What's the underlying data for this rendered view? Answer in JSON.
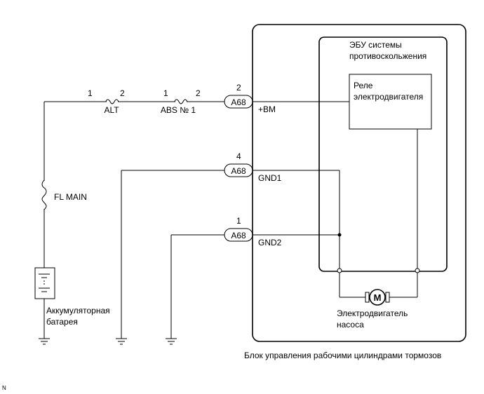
{
  "diagram": {
    "battery_label": [
      "Аккумуляторная",
      "батарея"
    ],
    "fuses": {
      "alt": {
        "name": "ALT",
        "pin_left": "1",
        "pin_right": "2"
      },
      "abs1": {
        "name": "ABS № 1",
        "pin_left": "1",
        "pin_right": "2"
      },
      "fl_main": {
        "name": "FL MAIN"
      }
    },
    "connectors": [
      {
        "id": "A68",
        "pin": "2",
        "terminal": "+BM"
      },
      {
        "id": "A68",
        "pin": "4",
        "terminal": "GND1"
      },
      {
        "id": "A68",
        "pin": "1",
        "terminal": "GND2"
      }
    ],
    "ecu_label": [
      "ЭБУ системы",
      "противоскольжения"
    ],
    "relay_label": [
      "Реле",
      "электродвигателя"
    ],
    "motor": {
      "symbol": "M",
      "label": [
        "Электродвигатель",
        "насоса"
      ]
    },
    "actuator_label": "Блок управления рабочими цилиндрами тормозов",
    "corner_mark": "N"
  }
}
